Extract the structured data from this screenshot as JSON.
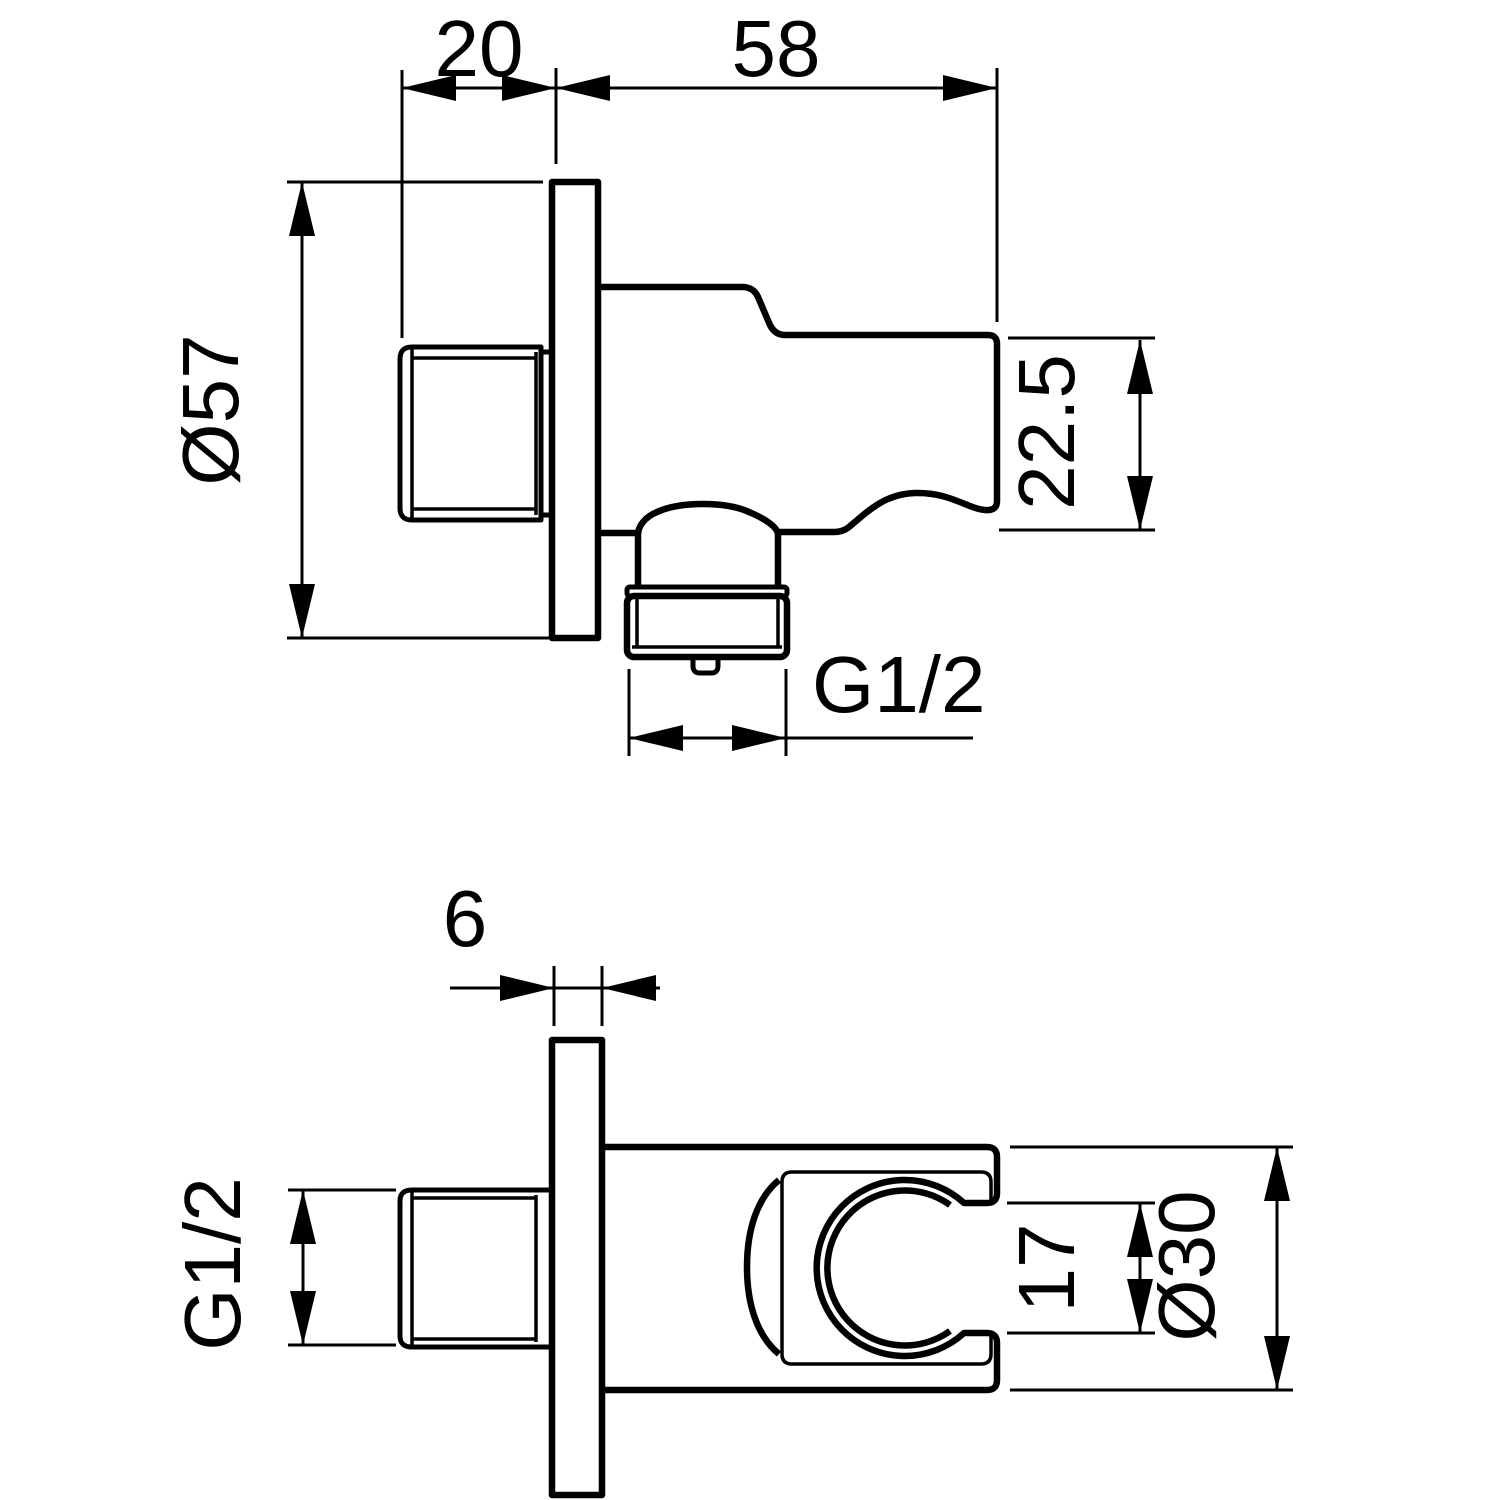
{
  "page": {
    "background": "#ffffff",
    "line_color": "#000000"
  },
  "views": {
    "top": {
      "name": "side-view-wall-elbow-with-holder",
      "dimensions": {
        "inlet_depth": "20",
        "projection": "58",
        "plate_diameter": "Ø57",
        "outlet_height": "22.5",
        "outlet_thread": "G1/2"
      }
    },
    "bottom": {
      "name": "front-view-wall-elbow-with-holder",
      "dimensions": {
        "plate_thickness": "6",
        "inlet_thread": "G1/2",
        "holder_opening": "17",
        "holder_diameter": "Ø30"
      }
    }
  }
}
